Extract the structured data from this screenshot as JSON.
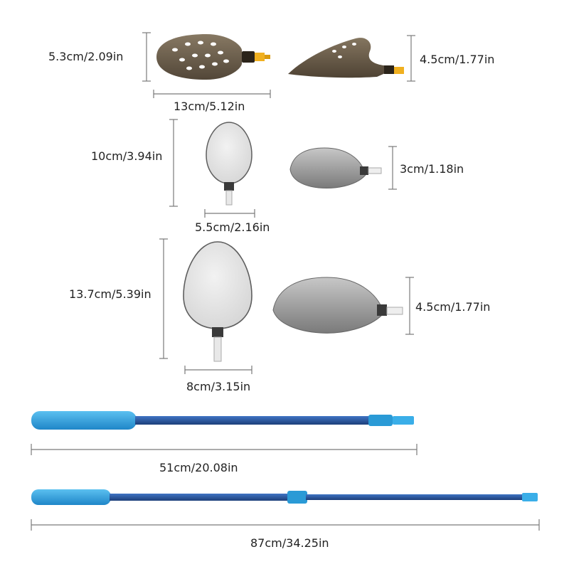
{
  "dimensions": {
    "bait_scoop_height": "5.3cm/2.09in",
    "bait_scoop_length": "13cm/5.12in",
    "bait_scoop_side_height": "4.5cm/1.77in",
    "small_spoon_length": "10cm/3.94in",
    "small_spoon_width": "5.5cm/2.16in",
    "small_spoon_depth": "3cm/1.18in",
    "large_spoon_length": "13.7cm/5.39in",
    "large_spoon_width": "8cm/3.15in",
    "large_spoon_depth": "4.5cm/1.77in",
    "handle_collapsed_length": "51cm/20.08in",
    "handle_extended_length": "87cm/34.25in"
  },
  "colors": {
    "scoop_brown": "#5a4a36",
    "spoon_grey": "#9a9a9a",
    "spoon_dark": "#6e6e6e",
    "pole_blue": "#2f5fa8",
    "grip_blue": "#3aa0e0",
    "connector_yellow": "#f0b020",
    "dimension_line": "#7a7a7a"
  }
}
